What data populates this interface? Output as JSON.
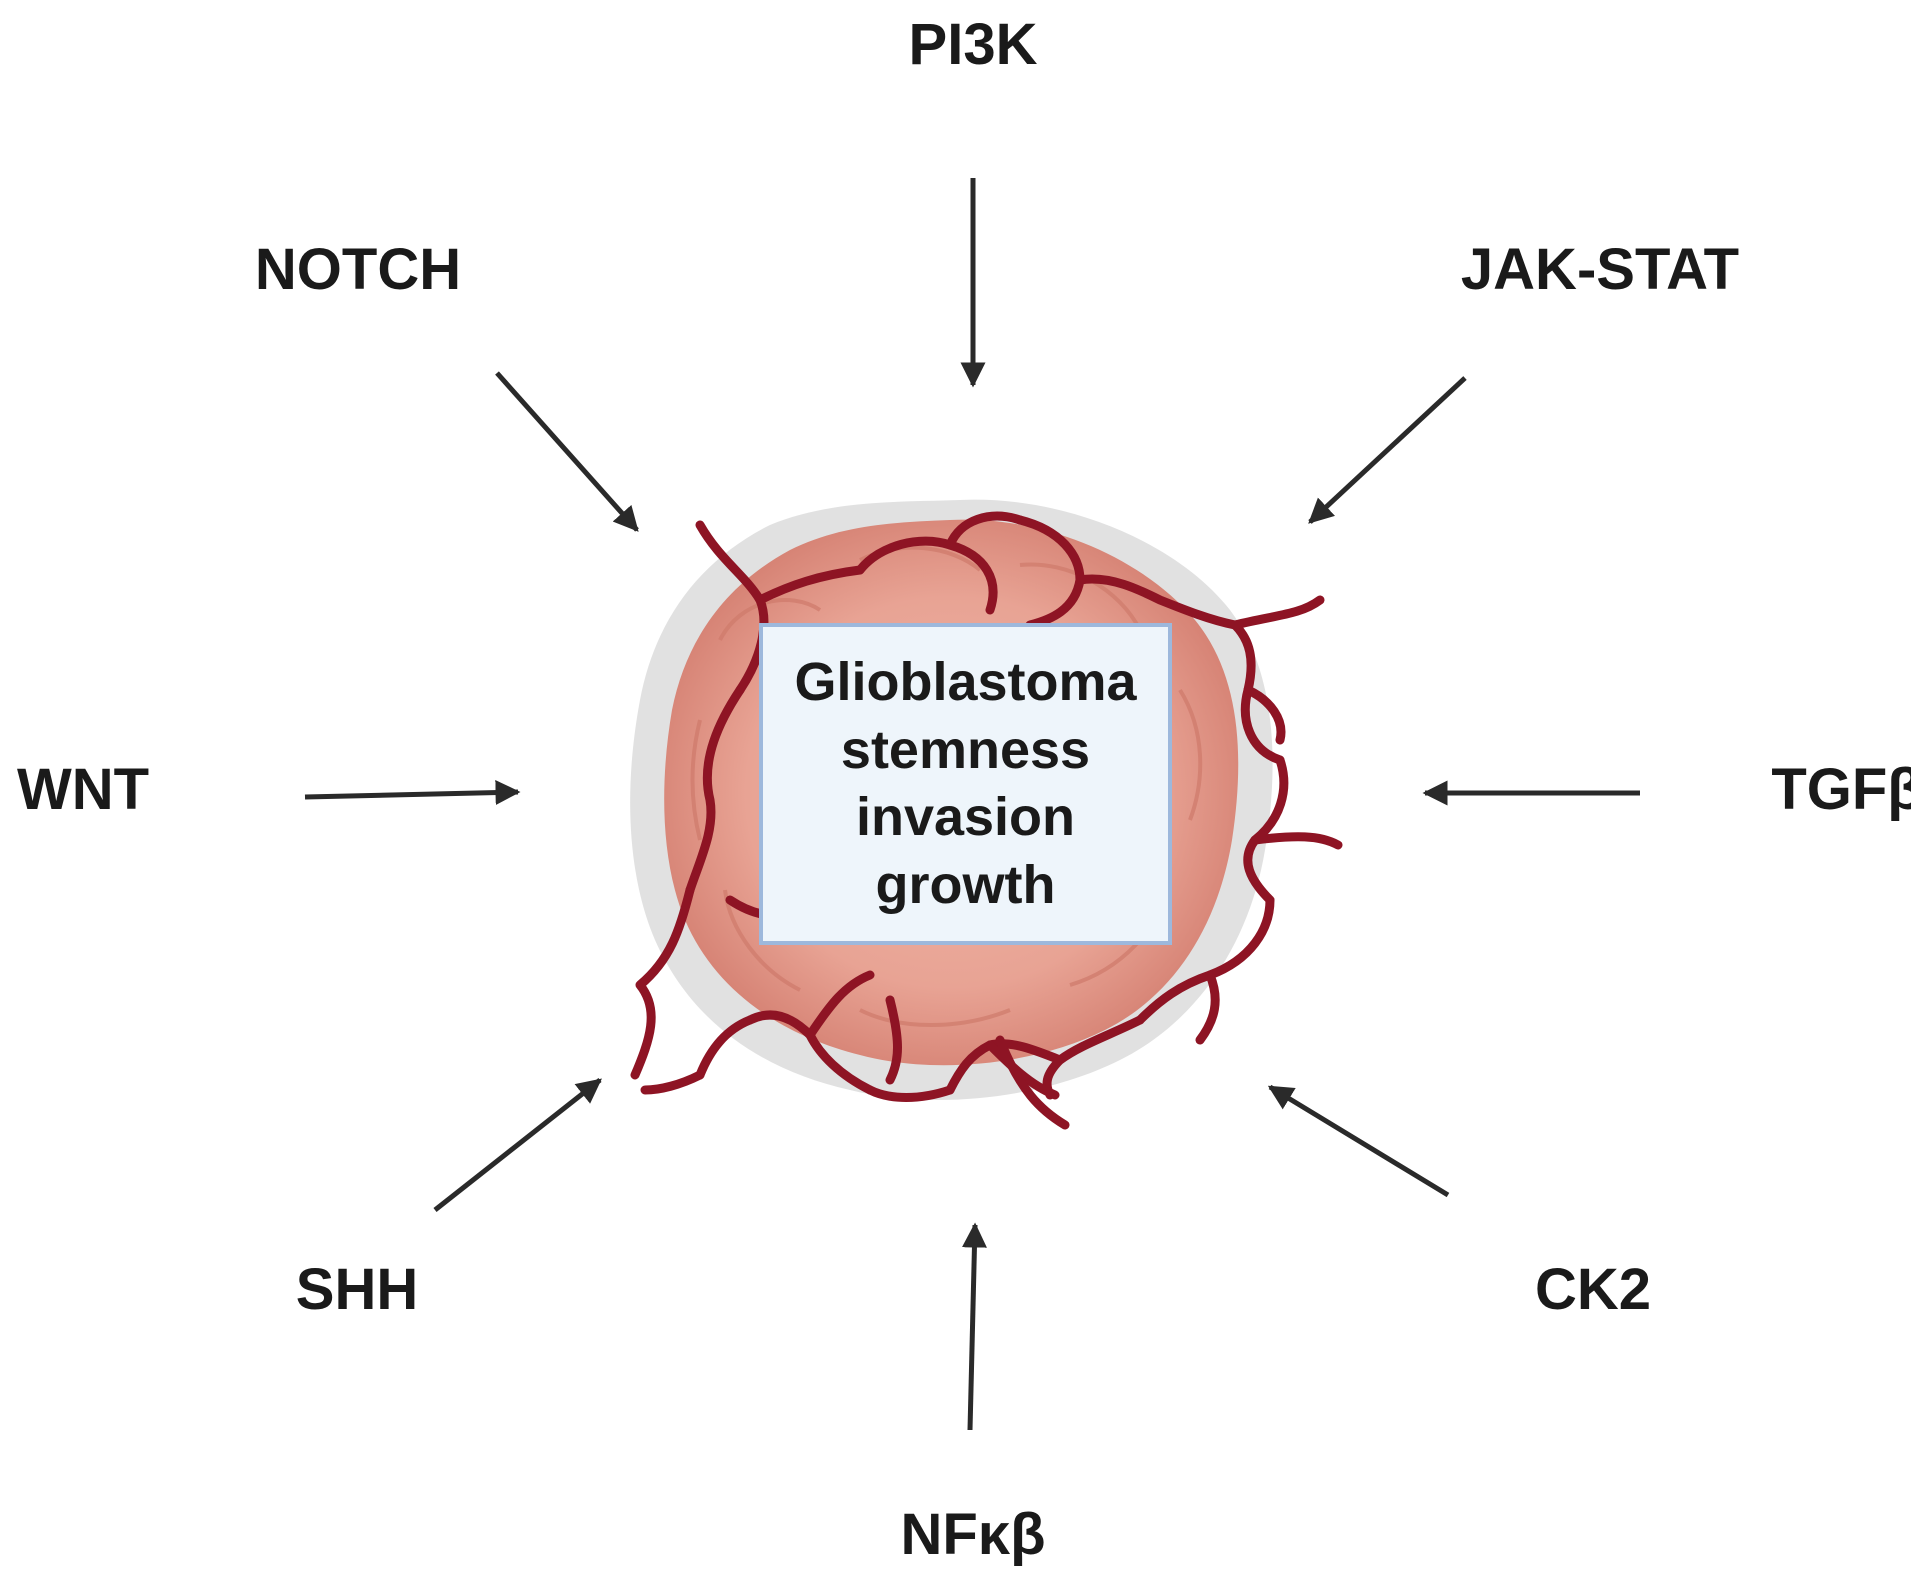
{
  "center": {
    "lines": [
      "Glioblastoma",
      "stemness",
      "invasion",
      "growth"
    ]
  },
  "pathways": {
    "pi3k": "PI3K",
    "jak_stat": "JAK-STAT",
    "tgfb": "TGFβ",
    "ck2": "CK2",
    "nfkb": "NFκβ",
    "shh": "SHH",
    "wnt": "WNT",
    "notch": "NOTCH"
  },
  "colors": {
    "tumor": "#e8a596",
    "tumor_dark": "#d47e70",
    "halo": "#d9d9d9",
    "vessel": "#8e1424",
    "arrow": "#2a2a2a",
    "box_fill": "#eef5fb",
    "box_border": "#9db8dc"
  }
}
